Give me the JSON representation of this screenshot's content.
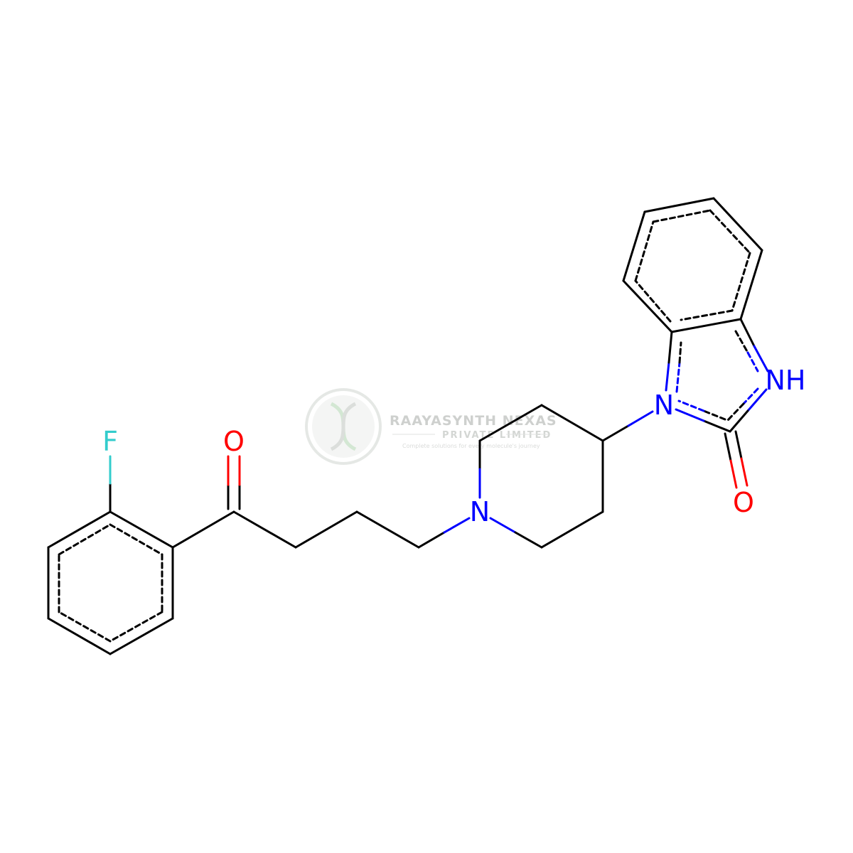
{
  "atoms": {
    "fluorine": "F",
    "ketone_oxygen": "O",
    "piperidine_nitrogen": "N",
    "benzimidazole_n1": "N",
    "benzimidazole_nh": "NH",
    "carbonyl_oxygen": "O"
  },
  "colors": {
    "carbon_bond": "#000000",
    "nitrogen": "#0000ff",
    "oxygen": "#ff0000",
    "fluorine": "#33cccc"
  },
  "watermark": {
    "company": "RAAYASYNTH NEXAS",
    "subtitle": "PRIVATE LIMITED",
    "tagline": "Complete solutions for every molecule's journey"
  }
}
